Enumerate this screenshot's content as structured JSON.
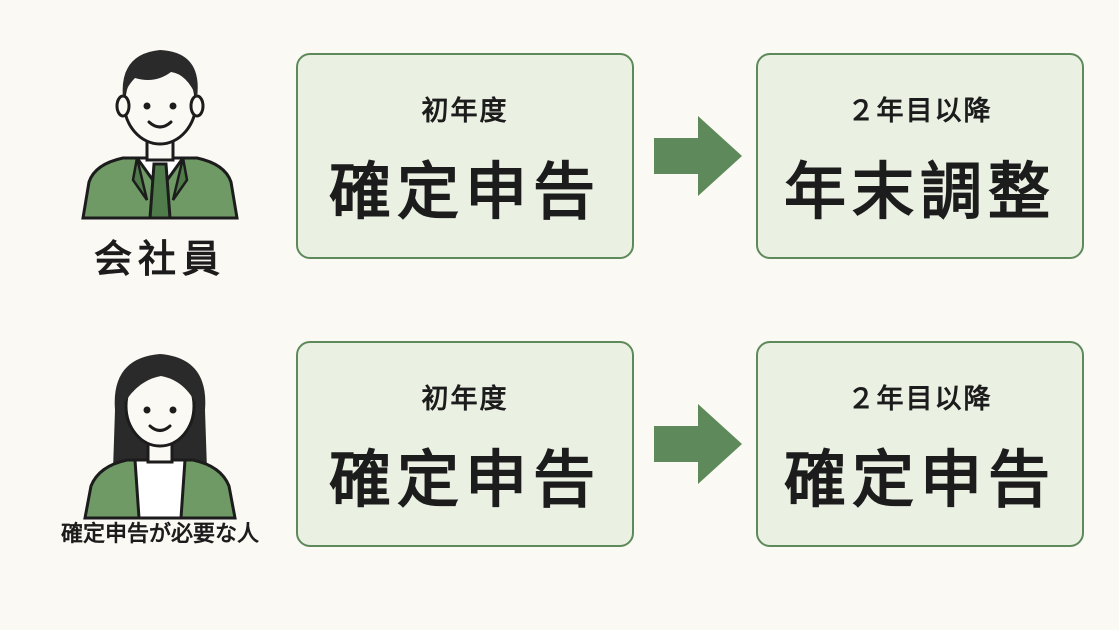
{
  "colors": {
    "accent": "#5e8a5b",
    "box_fill": "#eaf1e3",
    "background": "#fbf9f3"
  },
  "rows": [
    {
      "person": {
        "icon": "businessman-icon",
        "label": "会社員"
      },
      "first": {
        "period": "初年度",
        "method": "確定申告"
      },
      "after": {
        "period": "２年目以降",
        "method": "年末調整"
      }
    },
    {
      "person": {
        "icon": "woman-icon",
        "label": "確定申告が必要な人"
      },
      "first": {
        "period": "初年度",
        "method": "確定申告"
      },
      "after": {
        "period": "２年目以降",
        "method": "確定申告"
      }
    }
  ]
}
